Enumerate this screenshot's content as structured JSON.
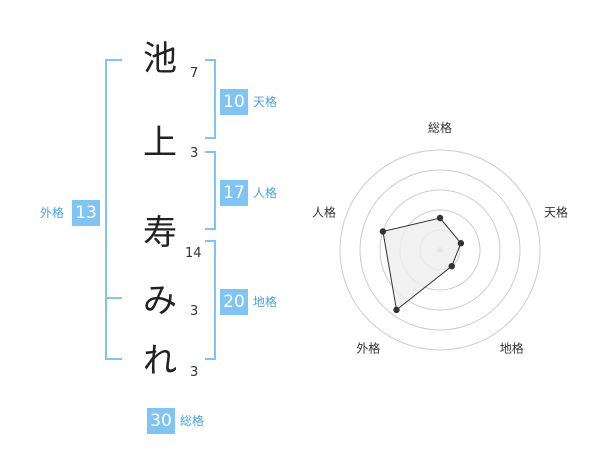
{
  "name": {
    "characters": [
      {
        "char": "池",
        "strokes": "7"
      },
      {
        "char": "上",
        "strokes": "3"
      },
      {
        "char": "寿",
        "strokes": "14"
      },
      {
        "char": "み",
        "strokes": "3"
      },
      {
        "char": "れ",
        "strokes": "3"
      }
    ]
  },
  "fortune": {
    "tenkaku": {
      "value": "10",
      "label": "天格"
    },
    "jinkaku": {
      "value": "17",
      "label": "人格"
    },
    "chikaku": {
      "value": "20",
      "label": "地格"
    },
    "gaikaku": {
      "value": "13",
      "label": "外格"
    },
    "soukaku": {
      "value": "30",
      "label": "総格"
    }
  },
  "colors": {
    "accent": "#7fc4f3",
    "accent_text": "#4aa3de",
    "bracket": "#7fc4f3",
    "radar_fill": "#eeeeee",
    "radar_ring": "#cccccc"
  },
  "chart_data": {
    "type": "radar",
    "axes": [
      "総格",
      "天格",
      "地格",
      "外格",
      "人格"
    ],
    "values": [
      1.6,
      1.1,
      1.0,
      3.7,
      3.0
    ],
    "rmax": 5,
    "rings": 5
  }
}
